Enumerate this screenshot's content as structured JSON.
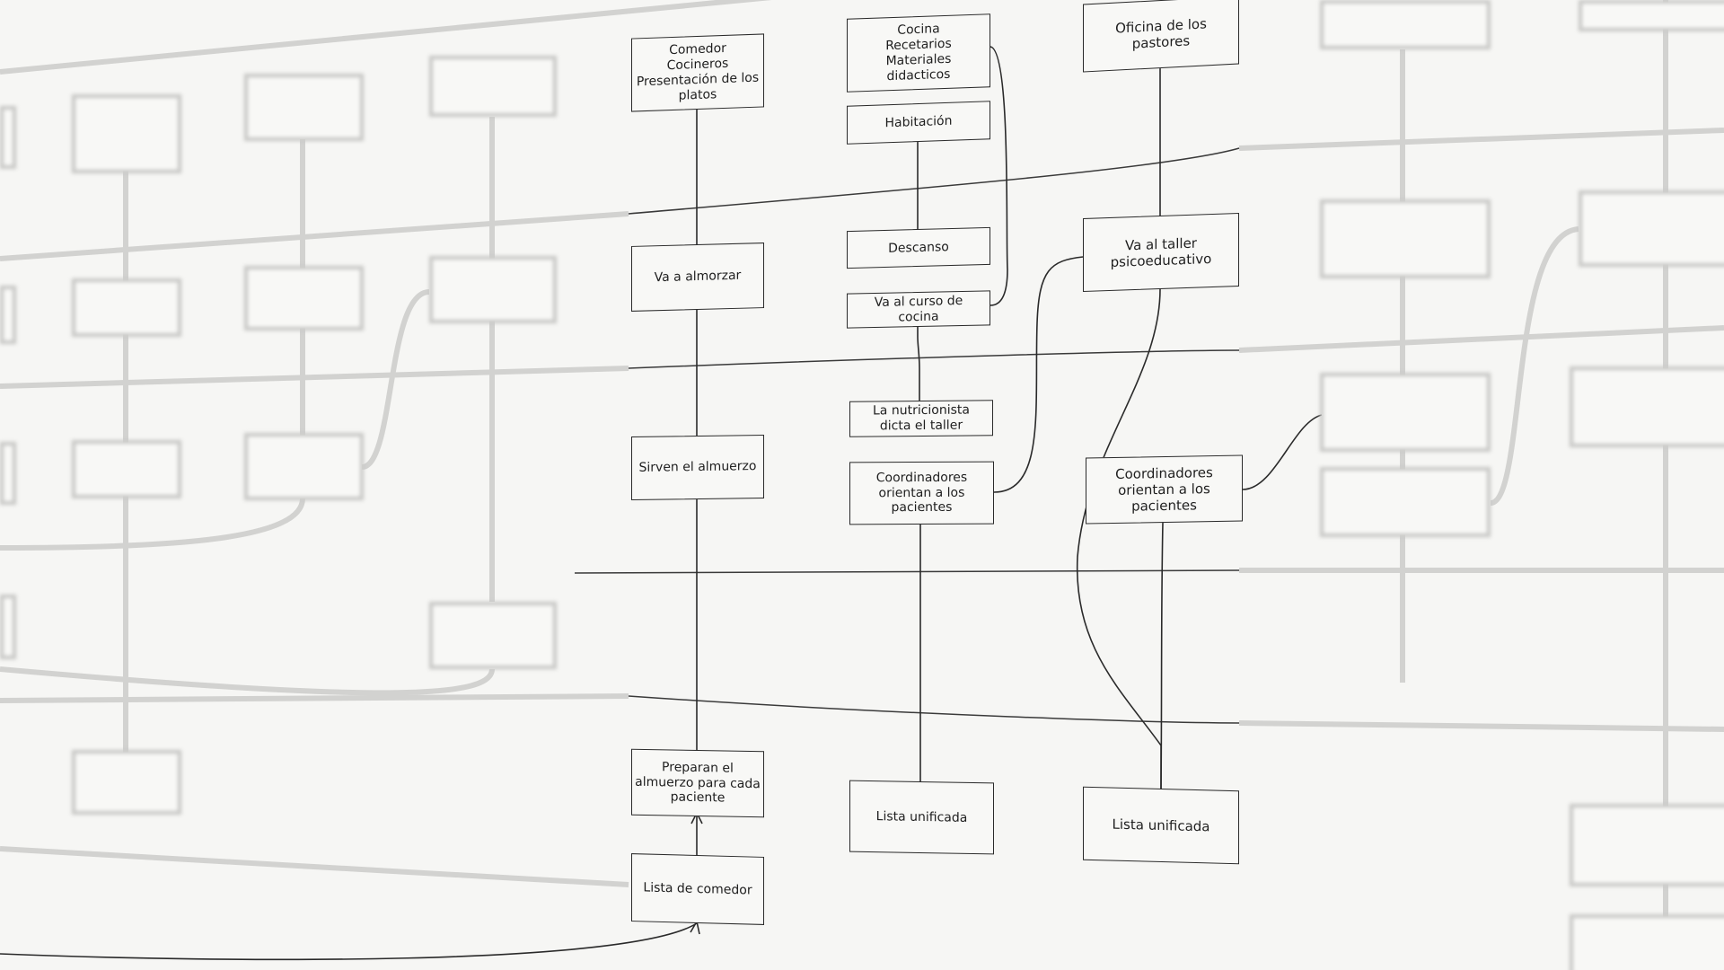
{
  "diagram": {
    "columns": {
      "comedor": {
        "header": "Comedor\nCocineros\nPresentación de los\nplatos",
        "va_almorzar": "Va a almorzar",
        "sirven": "Sirven el almuerzo",
        "preparan": "Preparan el\nalmuerzo para cada\npaciente",
        "lista": "Lista de comedor"
      },
      "cocina": {
        "header": "Cocina\nRecetarios\nMateriales\ndidacticos",
        "habitacion": "Habitación",
        "descanso": "Descanso",
        "curso": "Va al curso de\ncocina",
        "nutricionista": "La nutricionista\ndicta el taller",
        "coordinadores": "Coordinadores\norientan a los\npacientes",
        "lista": "Lista unificada"
      },
      "pastores": {
        "header": "Oficina de los\npastores",
        "taller": "Va al taller\npsicoeducativo",
        "coordinadores": "Coordinadores\norientan a los\npacientes",
        "lista": "Lista unificada"
      }
    }
  }
}
